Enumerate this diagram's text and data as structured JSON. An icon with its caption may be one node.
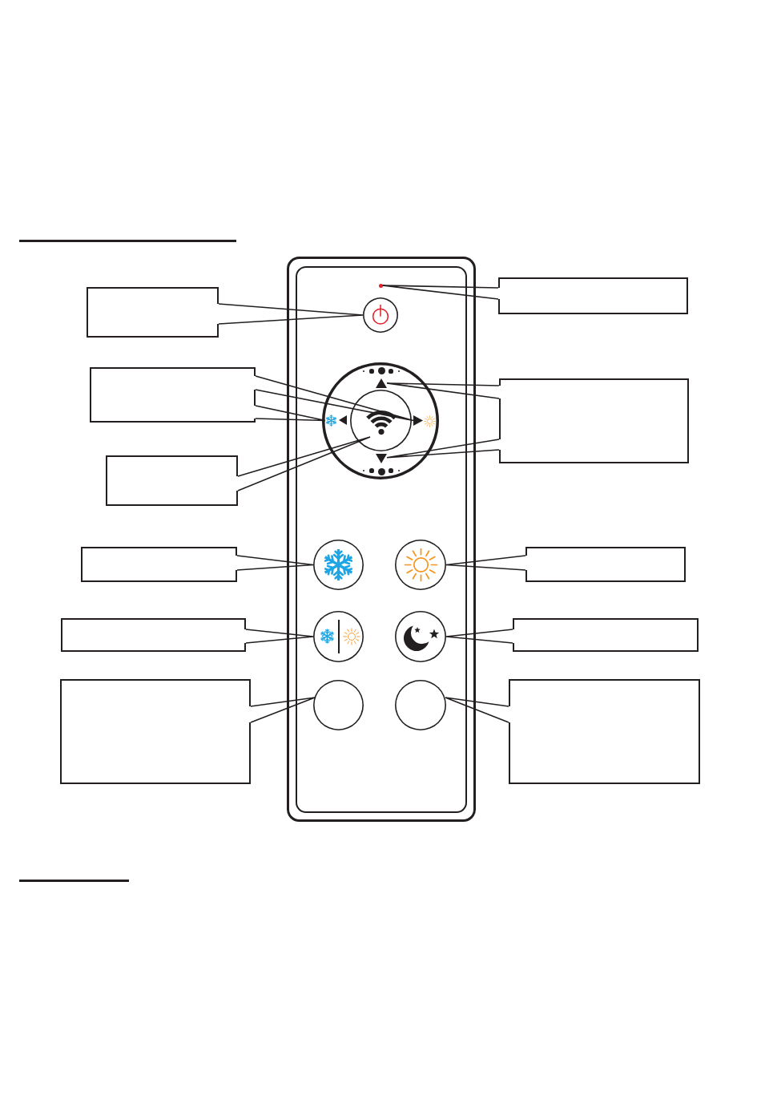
{
  "diagram": {
    "nodes": [
      {
        "text": [],
        "shape": "box"
      },
      {
        "text": [],
        "shape": "circle",
        "in": 0
      },
      {
        "text": [],
        "shape": "circle",
        "in": 0
      },
      {
        "text": [],
        "shape": "circle",
        "in": 0
      },
      {
        "text": [],
        "shape": "triangle",
        "in": 3
      },
      {
        "text": [],
        "shape": "snowflake",
        "in": 3
      },
      {
        "text": [],
        "shape": "triangle",
        "in": 3
      },
      {
        "text": [],
        "shape": "circle",
        "in": 3
      },
      {
        "text": [],
        "shape": "triangle",
        "in": 3
      },
      {
        "text": [],
        "shape": "triangle",
        "in": 3
      },
      {
        "text": [],
        "shape": "circle",
        "in": 0
      },
      {
        "text": [],
        "shape": "circle",
        "in": 0
      },
      {
        "text": [],
        "shape": "circle",
        "in": 0
      },
      {
        "text": [],
        "shape": "circle",
        "in": 0
      },
      {
        "text": [],
        "shape": "circle",
        "in": 0
      },
      {
        "text": [],
        "shape": "circle",
        "in": 0
      },
      {
        "text": [],
        "shape": "box"
      },
      {
        "text": [],
        "shape": "box"
      },
      {
        "text": [],
        "shape": "box"
      },
      {
        "text": [],
        "shape": "box"
      },
      {
        "text": [],
        "shape": "box"
      },
      {
        "text": [],
        "shape": "box"
      },
      {
        "text": [],
        "shape": "box"
      },
      {
        "text": [],
        "shape": "box"
      },
      {
        "text": [],
        "shape": "box"
      },
      {
        "text": [],
        "shape": "box"
      },
      {
        "text": [],
        "shape": "box"
      }
    ],
    "edges": [
      {
        "from": 16,
        "to": 2,
        "arrow": "none"
      },
      {
        "from": 17,
        "to": 1,
        "arrow": "none"
      },
      {
        "from": 18,
        "to": 8,
        "arrow": "none"
      },
      {
        "from": 18,
        "to": 5,
        "arrow": "none"
      },
      {
        "from": 19,
        "to": 4,
        "arrow": "none"
      },
      {
        "from": 19,
        "to": 9,
        "arrow": "none"
      },
      {
        "from": 20,
        "to": 7,
        "arrow": "none"
      },
      {
        "from": 21,
        "to": 10,
        "arrow": "none"
      },
      {
        "from": 22,
        "to": 11,
        "arrow": "none"
      },
      {
        "from": 23,
        "to": 12,
        "arrow": "none"
      },
      {
        "from": 24,
        "to": 13,
        "arrow": "none"
      },
      {
        "from": 25,
        "to": 14,
        "arrow": "none"
      },
      {
        "from": 26,
        "to": 15,
        "arrow": "none"
      }
    ]
  }
}
